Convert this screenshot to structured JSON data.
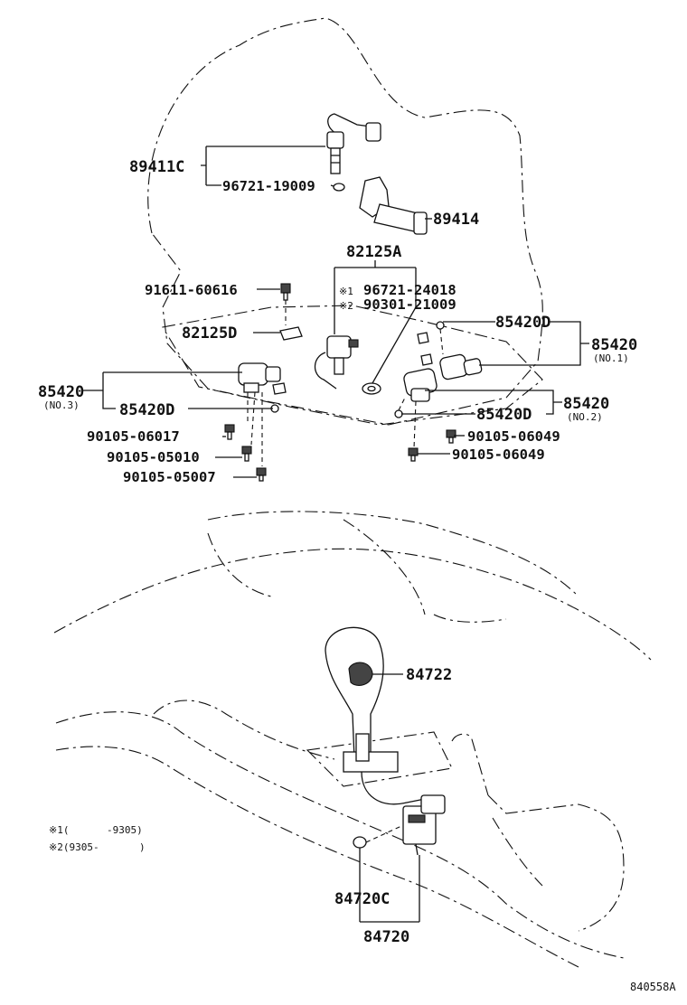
{
  "diagram": {
    "upper_labels": {
      "p89411C": "89411C",
      "p96721_19009": "96721-19009",
      "p89414": "89414",
      "p82125A": "82125A",
      "p91611_60616": "91611-60616",
      "p96721_24018": "96721-24018",
      "p90301_21009": "90301-21009",
      "note_mark_1": "※1",
      "note_mark_2": "※2",
      "p82125D": "82125D",
      "p85420D_top": "85420D",
      "p85420_no1": "85420",
      "no1": "(NO.1)",
      "p85420_no3": "85420",
      "no3": "(NO.3)",
      "p85420D_left": "85420D",
      "p85420_no2": "85420",
      "no2": "(NO.2)",
      "p85420D_right": "85420D",
      "p90105_06017": "90105-06017",
      "p90105_05010": "90105-05010",
      "p90105_05007": "90105-05007",
      "p90105_06049_a": "90105-06049",
      "p90105_06049_b": "90105-06049"
    },
    "lower_labels": {
      "p84722": "84722",
      "p84720C": "84720C",
      "p84720": "84720"
    },
    "footnotes": {
      "note1_mark": "※1(",
      "note1_range": "-9305)",
      "note2_mark": "※2(9305-",
      "note2_close": ")"
    },
    "figure_code": "840558A"
  }
}
